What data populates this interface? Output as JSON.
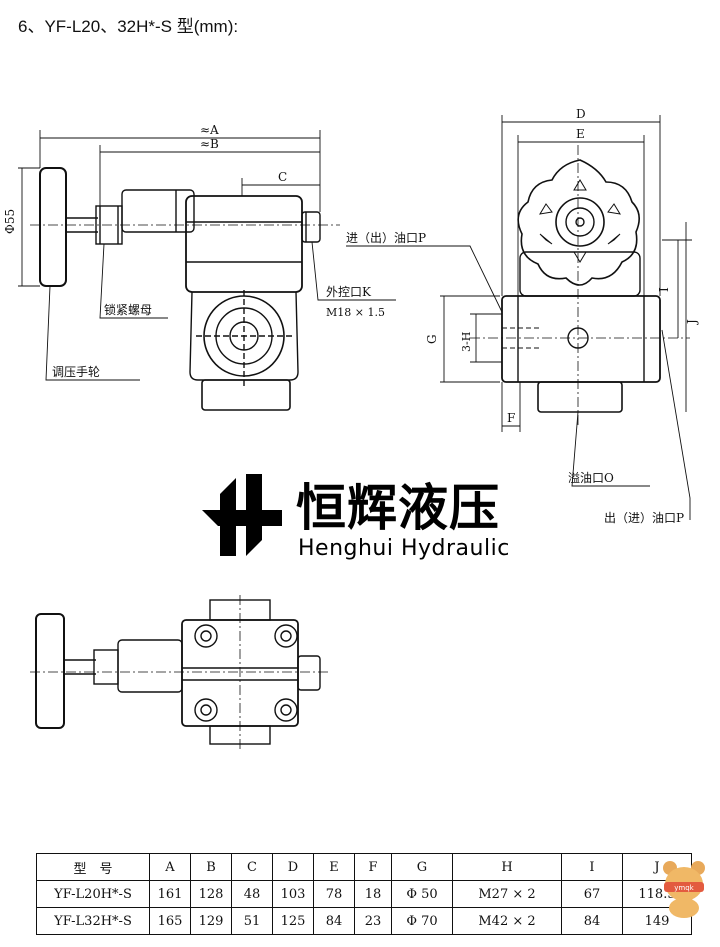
{
  "title": "6、YF-L20、32H*-S 型(mm):",
  "dimension_labels": {
    "approx_A": "≈A",
    "approx_B": "≈B",
    "C": "C",
    "phi55": "Φ55",
    "D": "D",
    "E": "E",
    "I": "I",
    "J": "J",
    "G": "G",
    "three_H": "3-H",
    "F": "F"
  },
  "callouts": {
    "lock_nut": "锁紧螺母",
    "handwheel": "调压手轮",
    "external_port": "外控口K",
    "external_thread": "M18 × 1.5",
    "inlet_outlet_P": "进（出）油口P",
    "overflow_O": "溢油口O",
    "outlet_inlet_P": "出（进）油口P"
  },
  "brand": {
    "chinese": "恒辉液压",
    "english": "Henghui Hydraulic"
  },
  "table": {
    "headers": [
      "型　号",
      "A",
      "B",
      "C",
      "D",
      "E",
      "F",
      "G",
      "H",
      "I",
      "J"
    ],
    "rows": [
      [
        "YF-L20H*-S",
        "161",
        "128",
        "48",
        "103",
        "78",
        "18",
        "Φ 50",
        "M27 × 2",
        "67",
        "118.5"
      ],
      [
        "YF-L32H*-S",
        "165",
        "129",
        "51",
        "125",
        "84",
        "23",
        "Φ 70",
        "M42 × 2",
        "84",
        "149"
      ]
    ]
  },
  "watermark": {
    "text": "ymqk"
  }
}
